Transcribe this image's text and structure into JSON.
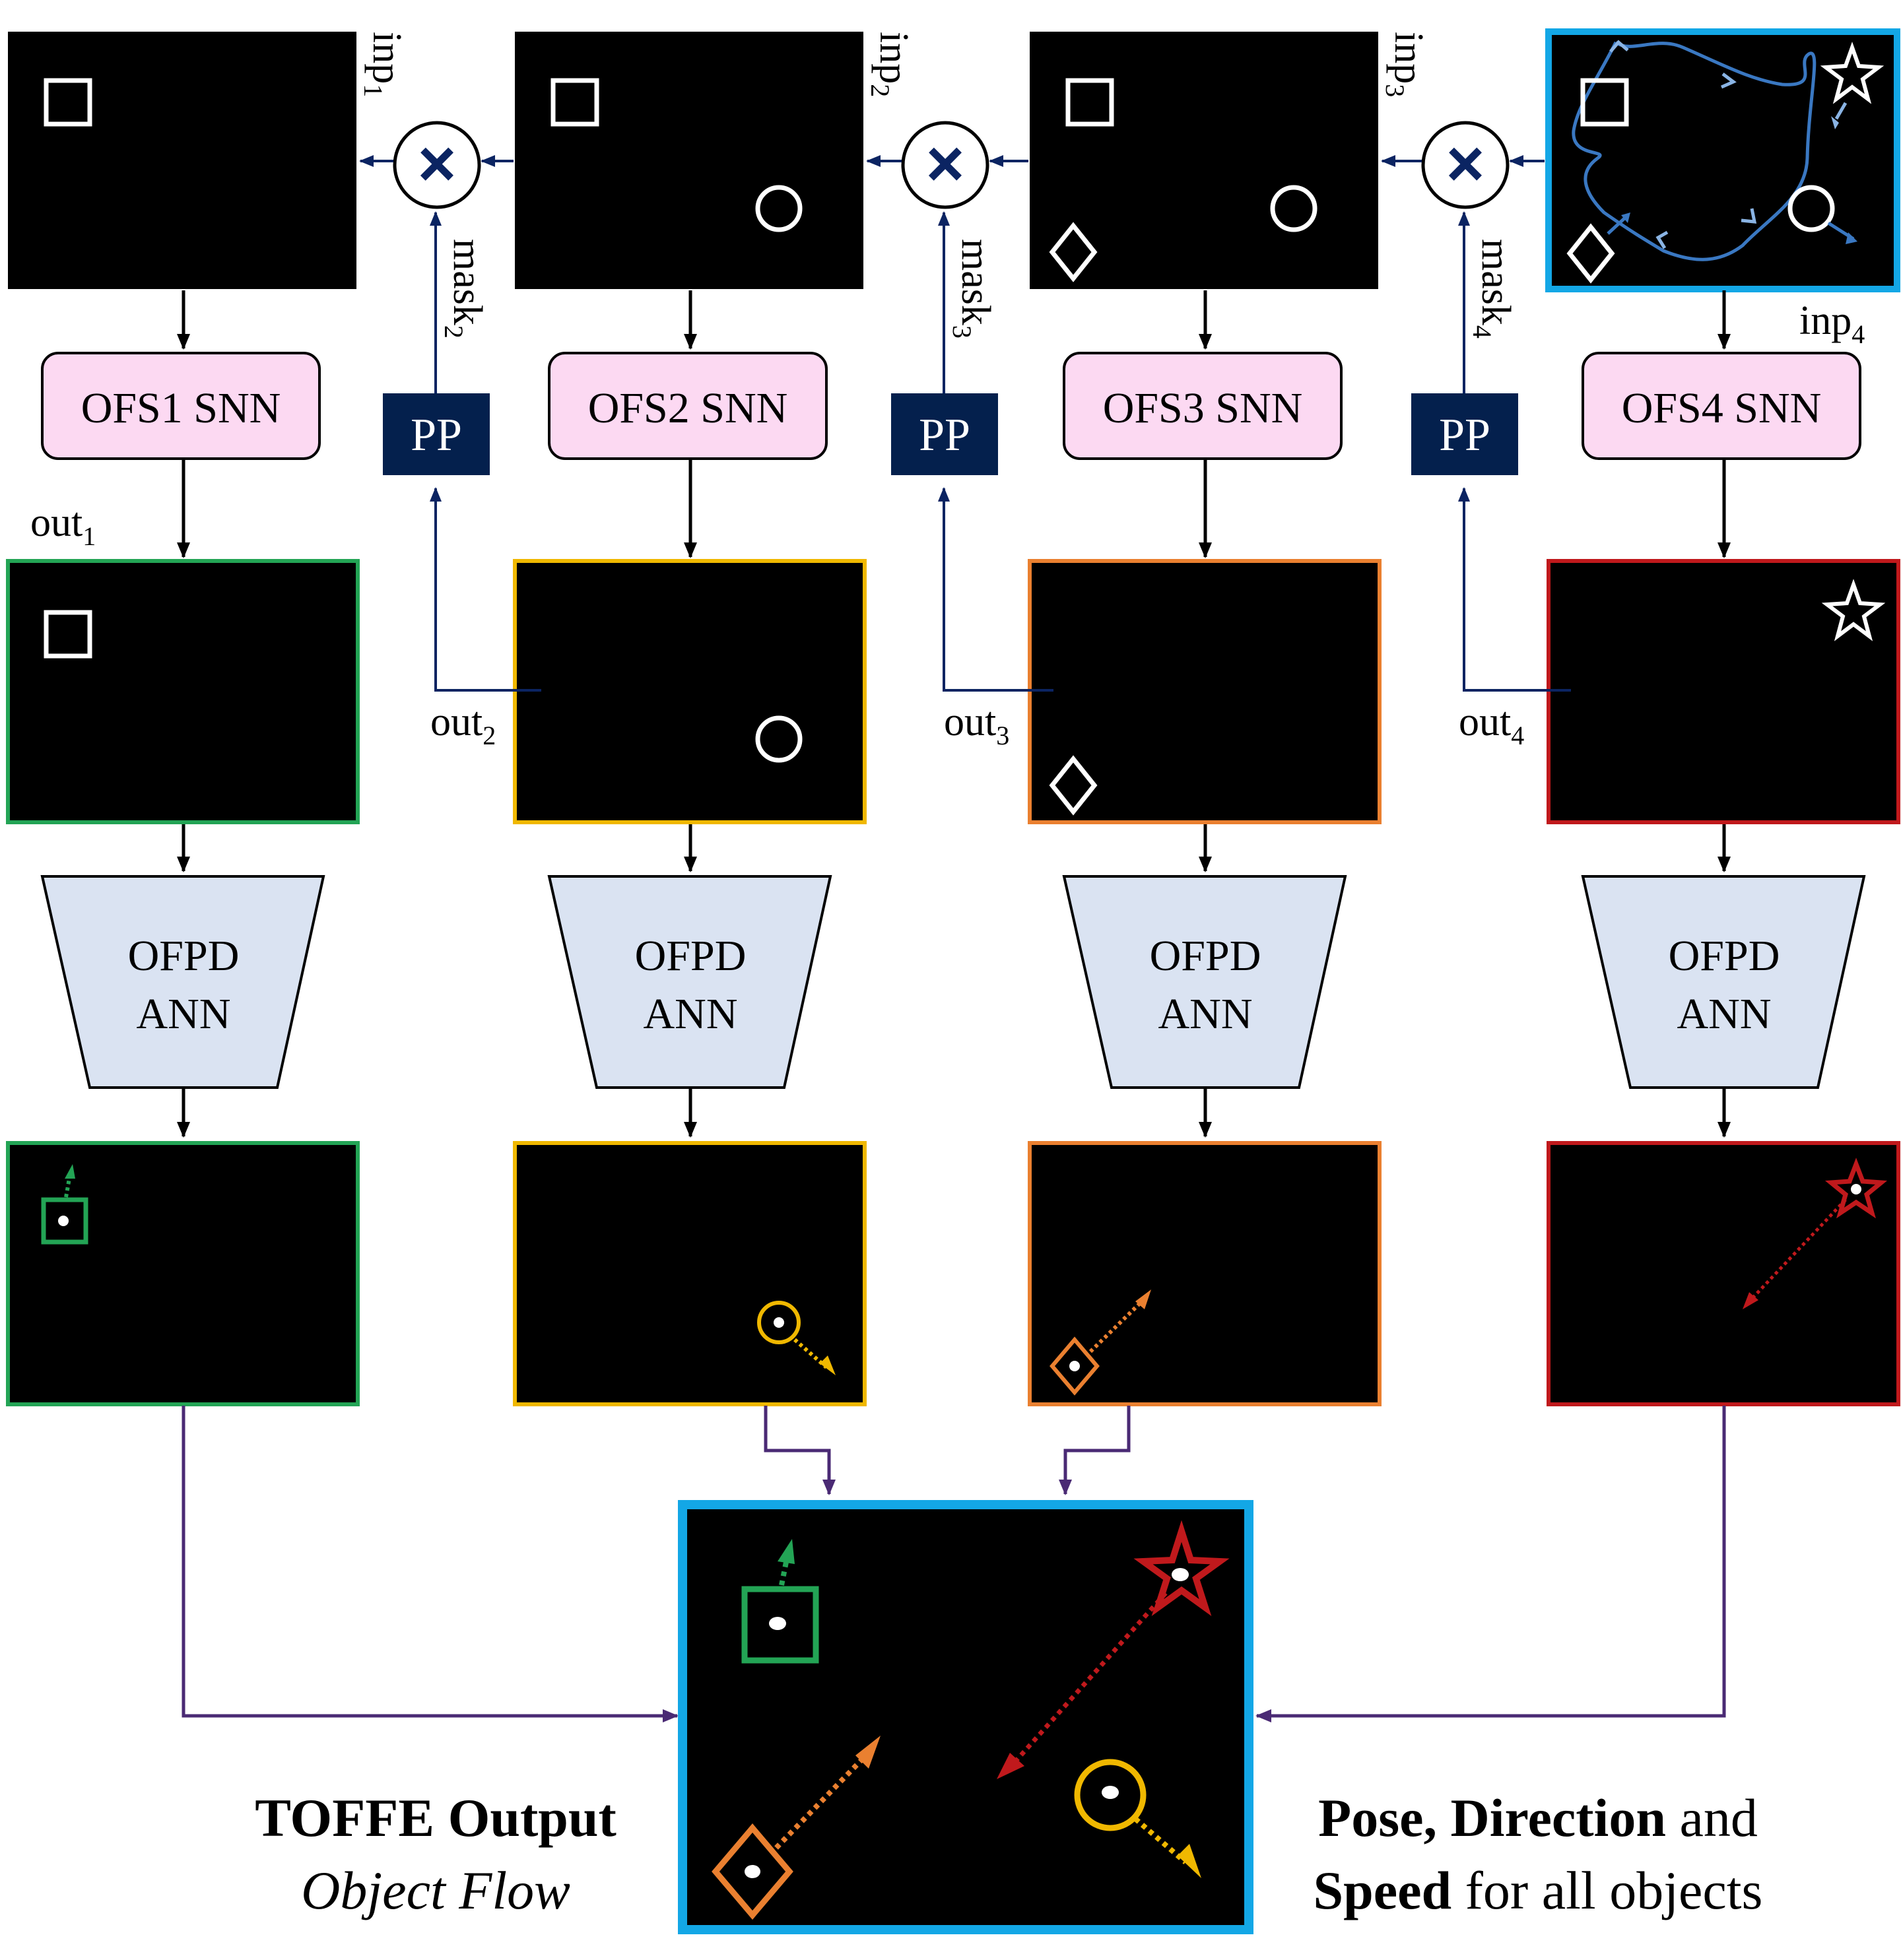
{
  "stages": [
    {
      "snn_label": "OFS1 SNN",
      "inp": "inp",
      "inp_sub": "1",
      "out": "out",
      "out_sub": "1",
      "accent": "#23a455",
      "shapes": [
        "square"
      ]
    },
    {
      "snn_label": "OFS2 SNN",
      "inp": "inp",
      "inp_sub": "2",
      "out": "out",
      "out_sub": "2",
      "accent": "#f0b800",
      "shapes": [
        "square",
        "circle"
      ]
    },
    {
      "snn_label": "OFS3 SNN",
      "inp": "inp",
      "inp_sub": "3",
      "out": "out",
      "out_sub": "3",
      "accent": "#ea8030",
      "shapes": [
        "square",
        "circle",
        "diamond"
      ]
    },
    {
      "snn_label": "OFS4 SNN",
      "inp": "inp",
      "inp_sub": "4",
      "out": "out",
      "out_sub": "4",
      "accent": "#c0191c",
      "shapes": [
        "square",
        "circle",
        "diamond",
        "star"
      ]
    }
  ],
  "masks": [
    {
      "label": "mask",
      "sub": "2"
    },
    {
      "label": "mask",
      "sub": "3"
    },
    {
      "label": "mask",
      "sub": "4"
    }
  ],
  "pp_label": "PP",
  "ann_line1": "OFPD",
  "ann_line2": "ANN",
  "multiply_symbol": "×",
  "caption_left": {
    "bold": "TOFFE Output",
    "italic": "Object Flow"
  },
  "caption_right": {
    "line1_bold": "Pose, Direction",
    "line1_rest": " and",
    "line2_bold": "Speed",
    "line2_rest": " for all objects"
  },
  "colors": {
    "panel_bg": "#000000",
    "snn_fill": "#fcd9f2",
    "ann_fill": "#dae3f2",
    "pp_fill": "#04204d",
    "navy": "#0b2462",
    "input_border": "#13a7e6",
    "purple": "#4a2a74",
    "flow_line": "#3a78c2"
  }
}
